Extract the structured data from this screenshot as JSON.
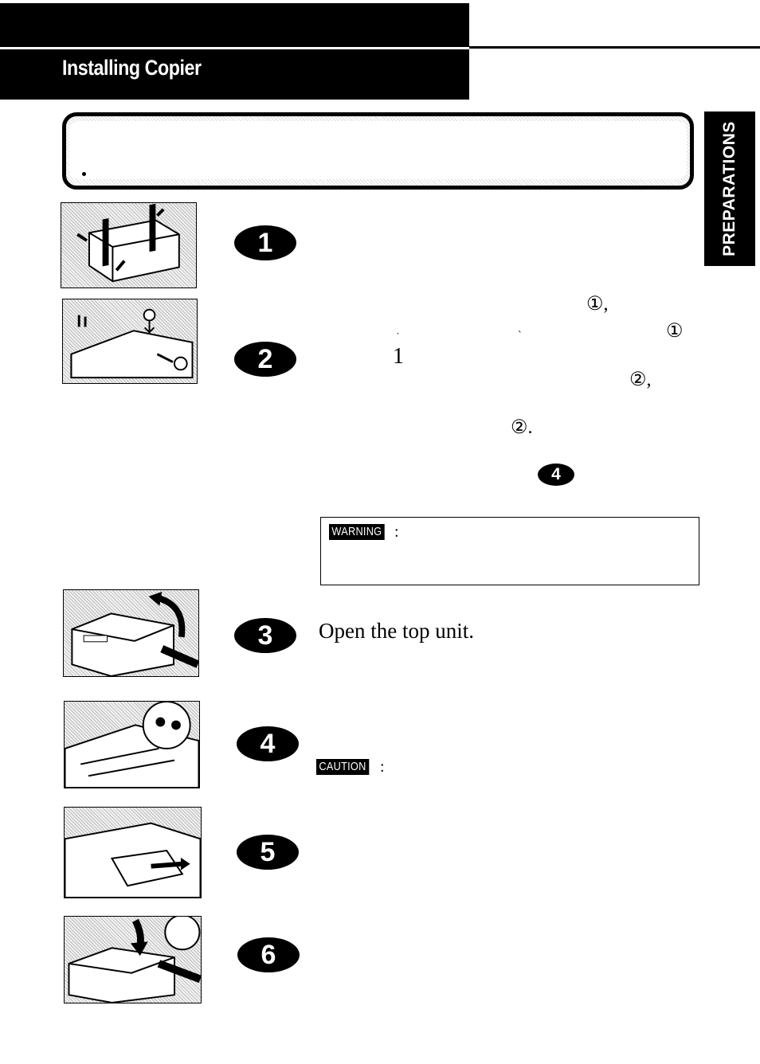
{
  "header": {
    "title": "Installing Copier"
  },
  "side_tab": {
    "label": "PREPARATIONS"
  },
  "steps": [
    {
      "number": "1",
      "illustration": "copier-packed-with-straps"
    },
    {
      "number": "2",
      "illustration": "copier-transport-screws-removal"
    },
    {
      "number": "3",
      "illustration": "opening-top-unit",
      "text": "Open the top unit."
    },
    {
      "number": "4",
      "illustration": "drum-cartridge-detail"
    },
    {
      "number": "5",
      "illustration": "removing-protective-paper"
    },
    {
      "number": "6",
      "illustration": "closing-top-unit"
    }
  ],
  "callouts": {
    "circled_one": "①",
    "circled_one_comma": "①,",
    "circled_two_comma": "②,",
    "circled_two_period": "②.",
    "fragment_char": "1",
    "step_ref_number": "4"
  },
  "labels": {
    "warning": "WARNING",
    "caution": "CAUTION",
    "colon": ":"
  },
  "icons": {
    "circled_one": "circled-one-icon",
    "circled_two": "circled-two-icon"
  }
}
